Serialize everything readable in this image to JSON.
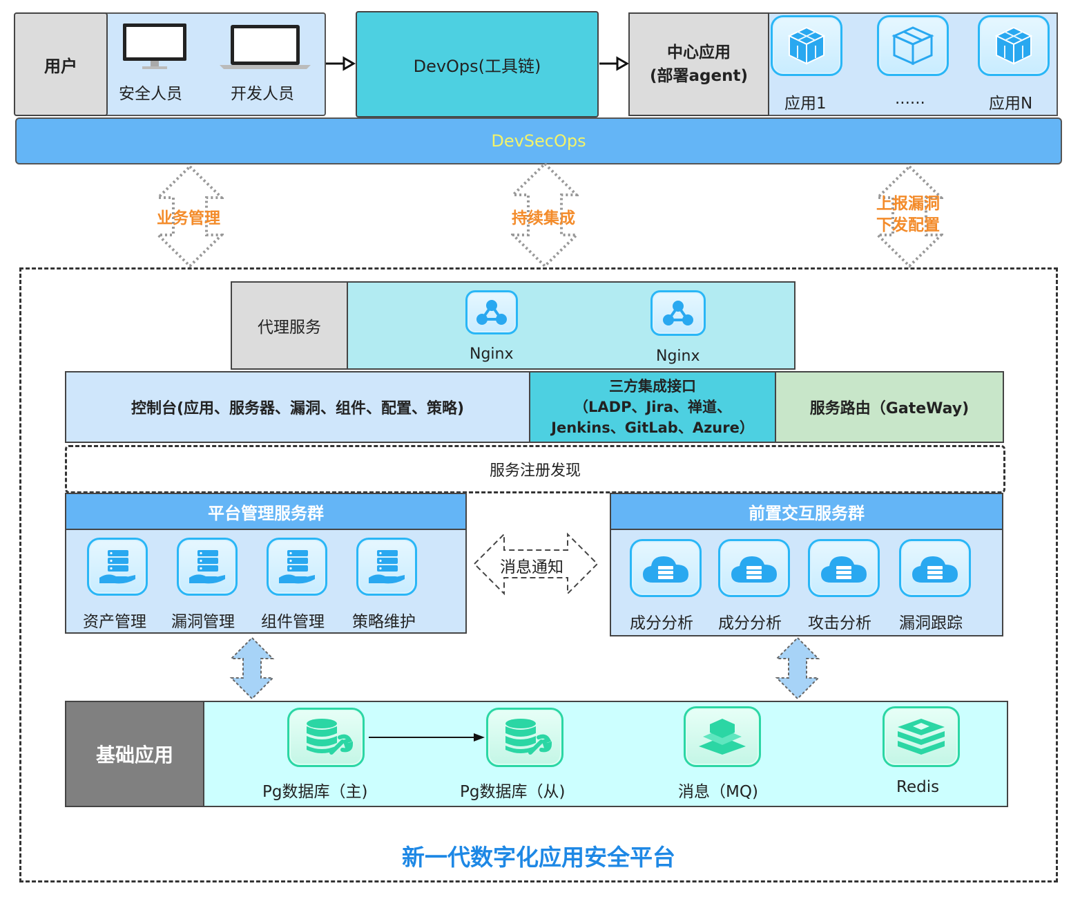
{
  "top": {
    "user_label": "用户",
    "security_staff": "安全人员",
    "developers": "开发人员",
    "devops": "DevOps(工具链)",
    "center_app_line1": "中心应用",
    "center_app_line2": "(部署agent)",
    "app1": "应用1",
    "ellipsis": "......",
    "appN": "应用N",
    "devsecops": "DevSecOps"
  },
  "arrows": {
    "business_mgmt": "业务管理",
    "continuous_integration": "持续集成",
    "report_line1": "上报漏洞",
    "report_line2": "下发配置"
  },
  "platform": {
    "proxy_service": "代理服务",
    "nginx1": "Nginx",
    "nginx2": "Nginx",
    "console": "控制台(应用、服务器、漏洞、组件、配置、策略)",
    "third_party_line1": "三方集成接口",
    "third_party_line2": "（LADP、Jira、禅道、",
    "third_party_line3": "Jenkins、GitLab、Azure）",
    "gateway": "服务路由（GateWay)",
    "service_discovery": "服务注册发现",
    "mgmt_group": {
      "title": "平台管理服务群",
      "items": [
        "资产管理",
        "漏洞管理",
        "组件管理",
        "策略维护"
      ]
    },
    "message_notify": "消息通知",
    "front_group": {
      "title": "前置交互服务群",
      "items": [
        "成分分析",
        "成分分析",
        "攻击分析",
        "漏洞跟踪"
      ]
    },
    "base_apps": {
      "title": "基础应用",
      "items": [
        "Pg数据库（主)",
        "Pg数据库（从)",
        "消息（MQ)",
        "Redis"
      ]
    },
    "footer_title": "新一代数字化应用安全平台"
  },
  "colors": {
    "devops_bg": "#4dd0e1",
    "devsecops_bg": "#64b5f6",
    "devsecops_text": "#f3f36a",
    "orange_text": "#f38b2a",
    "footer_title": "#1e88e5",
    "group_header": "#64b5f6",
    "base_app_bg": "#ccffff",
    "base_title_bg": "#808080"
  }
}
